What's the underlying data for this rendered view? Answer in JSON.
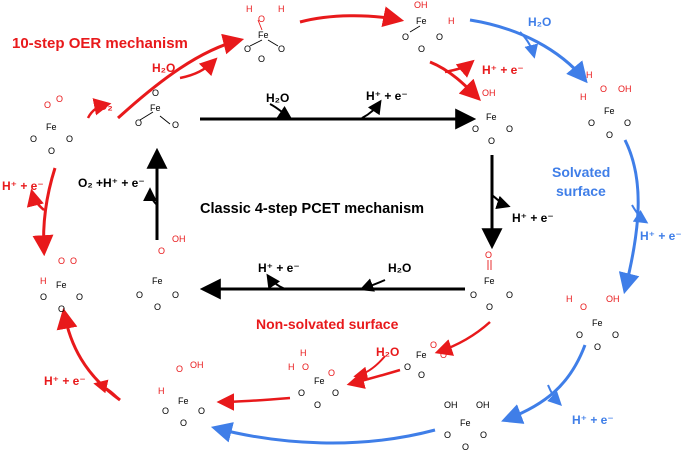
{
  "labels": {
    "oer_title": "10-step OER mechanism",
    "classic_title": "Classic 4-step PCET mechanism",
    "solvated": "Solvated",
    "surface": "surface",
    "non_solvated": "Non-solvated surface",
    "h2o": "H₂O",
    "o2": "O₂",
    "h_plus_e": "H⁺ + e⁻",
    "o2_h_e": "O₂ +H⁺ + e⁻"
  },
  "atoms": {
    "fe": "Fe",
    "o": "O",
    "h": "H",
    "oh": "OH"
  },
  "colors": {
    "red": "#e8191b",
    "blue": "#3f7ee8",
    "black": "#000000"
  }
}
